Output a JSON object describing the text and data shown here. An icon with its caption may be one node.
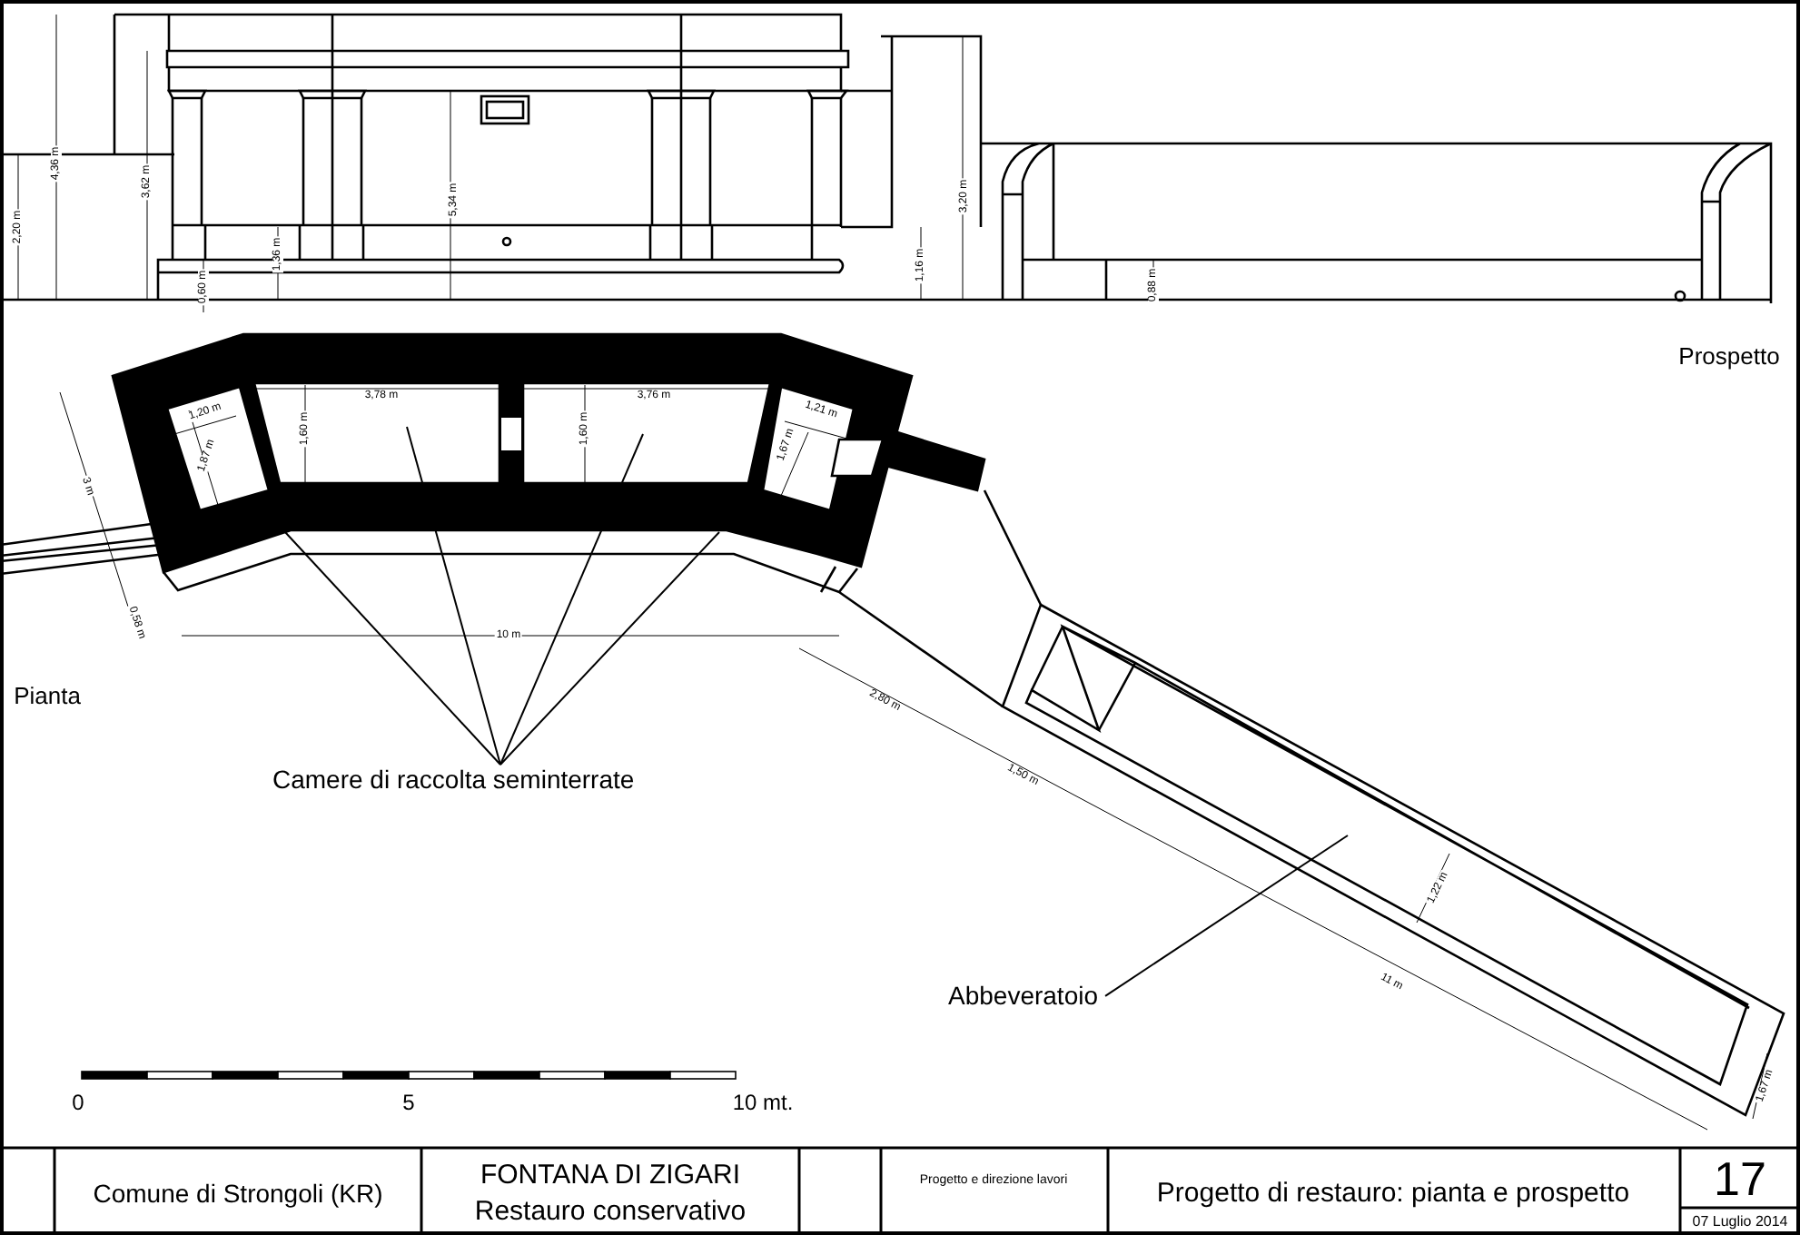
{
  "diagram": {
    "nodes": [
      {
        "text": [
          "Camere di raccolta seminterrate"
        ]
      },
      {
        "text": [
          "Abbeveratoio"
        ]
      }
    ],
    "edges": [
      {
        "from": 0,
        "to": null,
        "arrow": "none"
      },
      {
        "from": 0,
        "to": null,
        "arrow": "none"
      },
      {
        "from": 0,
        "to": null,
        "arrow": "none"
      },
      {
        "from": 0,
        "to": null,
        "arrow": "none"
      },
      {
        "from": 1,
        "to": null,
        "arrow": "none"
      }
    ],
    "labels": [
      "Prospetto",
      "Pianta",
      "2,20 m",
      "4,36 m",
      "3,62 m",
      "0,60 m",
      "1,36 m",
      "5,34 m",
      "3,20 m",
      "1,16 m",
      "0,88 m",
      "3,78 m",
      "3,76 m",
      "1,20 m",
      "1,87 m",
      "1,60 m",
      "1,60 m",
      "1,21 m",
      "1,67 m",
      "3 m",
      "0,58 m",
      "10 m",
      "2,80 m",
      "1,50 m",
      "1,22 m",
      "11 m",
      "1,67 m",
      "0",
      "5",
      "10 mt.",
      "Comune di Strongoli (KR)",
      "FONTANA DI ZIGARI",
      "Restauro conservativo",
      "Progetto e direzione lavori",
      "Progetto di restauro: pianta e prospetto",
      "17",
      "07 Luglio 2014"
    ]
  }
}
